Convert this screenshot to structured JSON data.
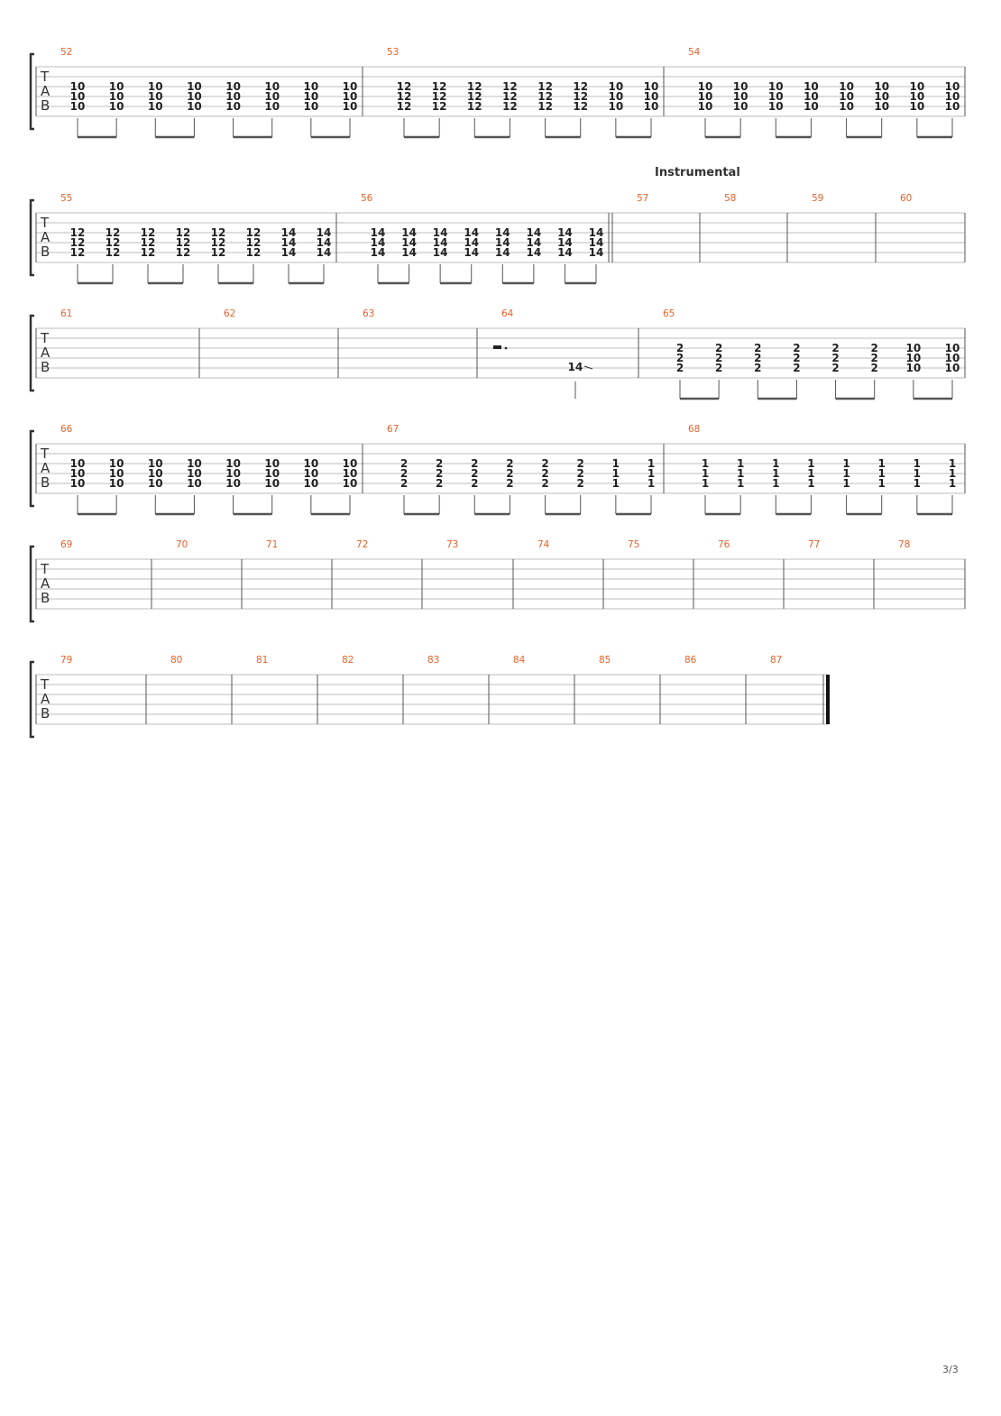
{
  "page_number": "3/3",
  "tab_clef": [
    "T",
    "A",
    "B"
  ],
  "colors": {
    "measure_number": "#e8622a",
    "staff_line": "#bcbcbc",
    "text": "#222222"
  },
  "systems": [
    {
      "measures": [
        {
          "number": "52",
          "chords": [
            [
              "10",
              "10",
              "10"
            ],
            [
              "10",
              "10",
              "10"
            ],
            [
              "10",
              "10",
              "10"
            ],
            [
              "10",
              "10",
              "10"
            ],
            [
              "10",
              "10",
              "10"
            ],
            [
              "10",
              "10",
              "10"
            ],
            [
              "10",
              "10",
              "10"
            ],
            [
              "10",
              "10",
              "10"
            ]
          ]
        },
        {
          "number": "53",
          "chords": [
            [
              "12",
              "12",
              "12"
            ],
            [
              "12",
              "12",
              "12"
            ],
            [
              "12",
              "12",
              "12"
            ],
            [
              "12",
              "12",
              "12"
            ],
            [
              "12",
              "12",
              "12"
            ],
            [
              "12",
              "12",
              "12"
            ],
            [
              "10",
              "10",
              "10"
            ],
            [
              "10",
              "10",
              "10"
            ]
          ]
        },
        {
          "number": "54",
          "chords": [
            [
              "10",
              "10",
              "10"
            ],
            [
              "10",
              "10",
              "10"
            ],
            [
              "10",
              "10",
              "10"
            ],
            [
              "10",
              "10",
              "10"
            ],
            [
              "10",
              "10",
              "10"
            ],
            [
              "10",
              "10",
              "10"
            ],
            [
              "10",
              "10",
              "10"
            ],
            [
              "10",
              "10",
              "10"
            ]
          ]
        }
      ]
    },
    {
      "section_label": "Instrumental",
      "measures": [
        {
          "number": "55",
          "chords": [
            [
              "12",
              "12",
              "12"
            ],
            [
              "12",
              "12",
              "12"
            ],
            [
              "12",
              "12",
              "12"
            ],
            [
              "12",
              "12",
              "12"
            ],
            [
              "12",
              "12",
              "12"
            ],
            [
              "12",
              "12",
              "12"
            ],
            [
              "14",
              "14",
              "14"
            ],
            [
              "14",
              "14",
              "14"
            ]
          ]
        },
        {
          "number": "56",
          "chords": [
            [
              "14",
              "14",
              "14"
            ],
            [
              "14",
              "14",
              "14"
            ],
            [
              "14",
              "14",
              "14"
            ],
            [
              "14",
              "14",
              "14"
            ],
            [
              "14",
              "14",
              "14"
            ],
            [
              "14",
              "14",
              "14"
            ],
            [
              "14",
              "14",
              "14"
            ],
            [
              "14",
              "14",
              "14"
            ]
          ]
        },
        {
          "number": "57",
          "chords": []
        },
        {
          "number": "58",
          "chords": []
        },
        {
          "number": "59",
          "chords": []
        },
        {
          "number": "60",
          "chords": []
        }
      ]
    },
    {
      "measures": [
        {
          "number": "61",
          "chords": []
        },
        {
          "number": "62",
          "chords": []
        },
        {
          "number": "63",
          "chords": []
        },
        {
          "number": "64",
          "chords": [],
          "rest": "dotted half rest",
          "slide_note": {
            "fret": "14",
            "string": 4
          }
        },
        {
          "number": "65",
          "chords": [
            [
              "2",
              "2",
              "2"
            ],
            [
              "2",
              "2",
              "2"
            ],
            [
              "2",
              "2",
              "2"
            ],
            [
              "2",
              "2",
              "2"
            ],
            [
              "2",
              "2",
              "2"
            ],
            [
              "2",
              "2",
              "2"
            ],
            [
              "10",
              "10",
              "10"
            ],
            [
              "10",
              "10",
              "10"
            ]
          ]
        }
      ]
    },
    {
      "measures": [
        {
          "number": "66",
          "chords": [
            [
              "10",
              "10",
              "10"
            ],
            [
              "10",
              "10",
              "10"
            ],
            [
              "10",
              "10",
              "10"
            ],
            [
              "10",
              "10",
              "10"
            ],
            [
              "10",
              "10",
              "10"
            ],
            [
              "10",
              "10",
              "10"
            ],
            [
              "10",
              "10",
              "10"
            ],
            [
              "10",
              "10",
              "10"
            ]
          ]
        },
        {
          "number": "67",
          "chords": [
            [
              "2",
              "2",
              "2"
            ],
            [
              "2",
              "2",
              "2"
            ],
            [
              "2",
              "2",
              "2"
            ],
            [
              "2",
              "2",
              "2"
            ],
            [
              "2",
              "2",
              "2"
            ],
            [
              "2",
              "2",
              "2"
            ],
            [
              "1",
              "1",
              "1"
            ],
            [
              "1",
              "1",
              "1"
            ]
          ]
        },
        {
          "number": "68",
          "chords": [
            [
              "1",
              "1",
              "1"
            ],
            [
              "1",
              "1",
              "1"
            ],
            [
              "1",
              "1",
              "1"
            ],
            [
              "1",
              "1",
              "1"
            ],
            [
              "1",
              "1",
              "1"
            ],
            [
              "1",
              "1",
              "1"
            ],
            [
              "1",
              "1",
              "1"
            ],
            [
              "1",
              "1",
              "1"
            ]
          ]
        }
      ]
    },
    {
      "measures": [
        {
          "number": "69",
          "chords": []
        },
        {
          "number": "70",
          "chords": []
        },
        {
          "number": "71",
          "chords": []
        },
        {
          "number": "72",
          "chords": []
        },
        {
          "number": "73",
          "chords": []
        },
        {
          "number": "74",
          "chords": []
        },
        {
          "number": "75",
          "chords": []
        },
        {
          "number": "76",
          "chords": []
        },
        {
          "number": "77",
          "chords": []
        },
        {
          "number": "78",
          "chords": []
        }
      ]
    },
    {
      "measures": [
        {
          "number": "79",
          "chords": []
        },
        {
          "number": "80",
          "chords": []
        },
        {
          "number": "81",
          "chords": []
        },
        {
          "number": "82",
          "chords": []
        },
        {
          "number": "83",
          "chords": []
        },
        {
          "number": "84",
          "chords": []
        },
        {
          "number": "85",
          "chords": []
        },
        {
          "number": "86",
          "chords": []
        },
        {
          "number": "87",
          "chords": []
        }
      ]
    }
  ]
}
